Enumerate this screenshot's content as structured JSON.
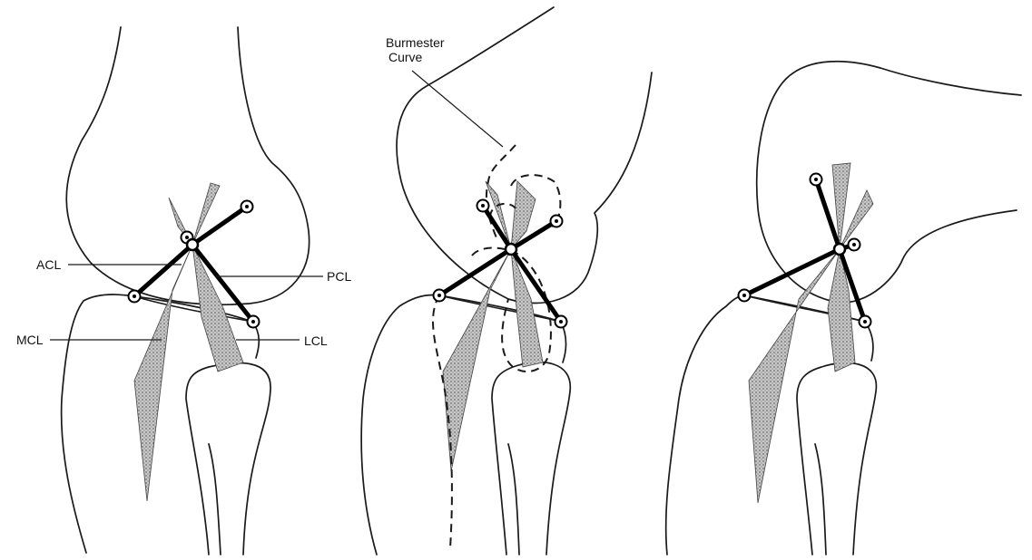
{
  "labels": {
    "acl": "ACL",
    "pcl": "PCL",
    "mcl": "MCL",
    "lcl": "LCL",
    "burmester_line1": "Burmester",
    "burmester_line2": "Curve"
  },
  "colors": {
    "ink": "#1a1a1a",
    "ligament_fill": "#b5b5b5",
    "background": "#ffffff"
  }
}
